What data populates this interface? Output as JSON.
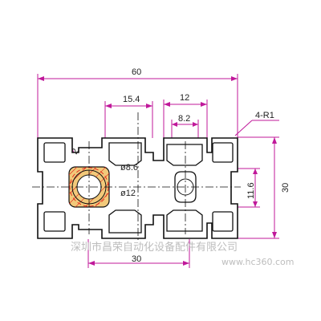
{
  "dimensions": {
    "overall_width": "60",
    "pitch_center_to_slot": "15.4",
    "slot_width": "12",
    "slot_opening": "8.2",
    "corner_radius": "4-R1",
    "height": "30",
    "center_bore_height": "11.6",
    "half_width": "30",
    "wall_thickness": "2",
    "center_bore_small": "ø8.6",
    "center_bore_large": "ø12"
  },
  "watermark": {
    "company": "深圳市昌荣自动化设备配件有限公司",
    "website": "www.hc360.com"
  },
  "colors": {
    "dimension_line": "#c0189a",
    "profile_outline": "#111111",
    "center_marks": "#e0241b",
    "hatch_fill": "#f2c97a",
    "watermark": "#bdbdbd"
  }
}
